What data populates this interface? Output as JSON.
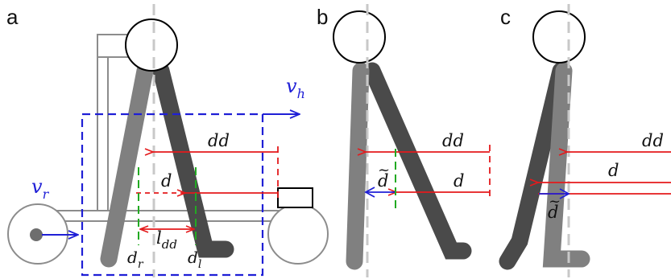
{
  "panels": {
    "a": {
      "label": "a",
      "vh": {
        "main": "v",
        "sub": "h"
      },
      "vr": {
        "main": "v",
        "sub": "r"
      },
      "dd": "dd",
      "d": "d",
      "ldd": {
        "main": "l",
        "sub": "dd"
      },
      "dr": {
        "main": "d",
        "sub": "r"
      },
      "dl": {
        "main": "d",
        "sub": "l"
      }
    },
    "b": {
      "label": "b",
      "dd": "dd",
      "d": "d",
      "dtilde": "d",
      "tilde": "~"
    },
    "c": {
      "label": "c",
      "dd": "dd",
      "d": "d",
      "dtilde": "d",
      "tilde": "~"
    }
  },
  "colors": {
    "red": "#e41a1c",
    "blue": "#1f1fd6",
    "green": "#22aa22",
    "leg_light": "#808080",
    "leg_dark": "#4a4a4a",
    "frame": "#8c8c8c",
    "center_line": "#c8c8c8"
  }
}
